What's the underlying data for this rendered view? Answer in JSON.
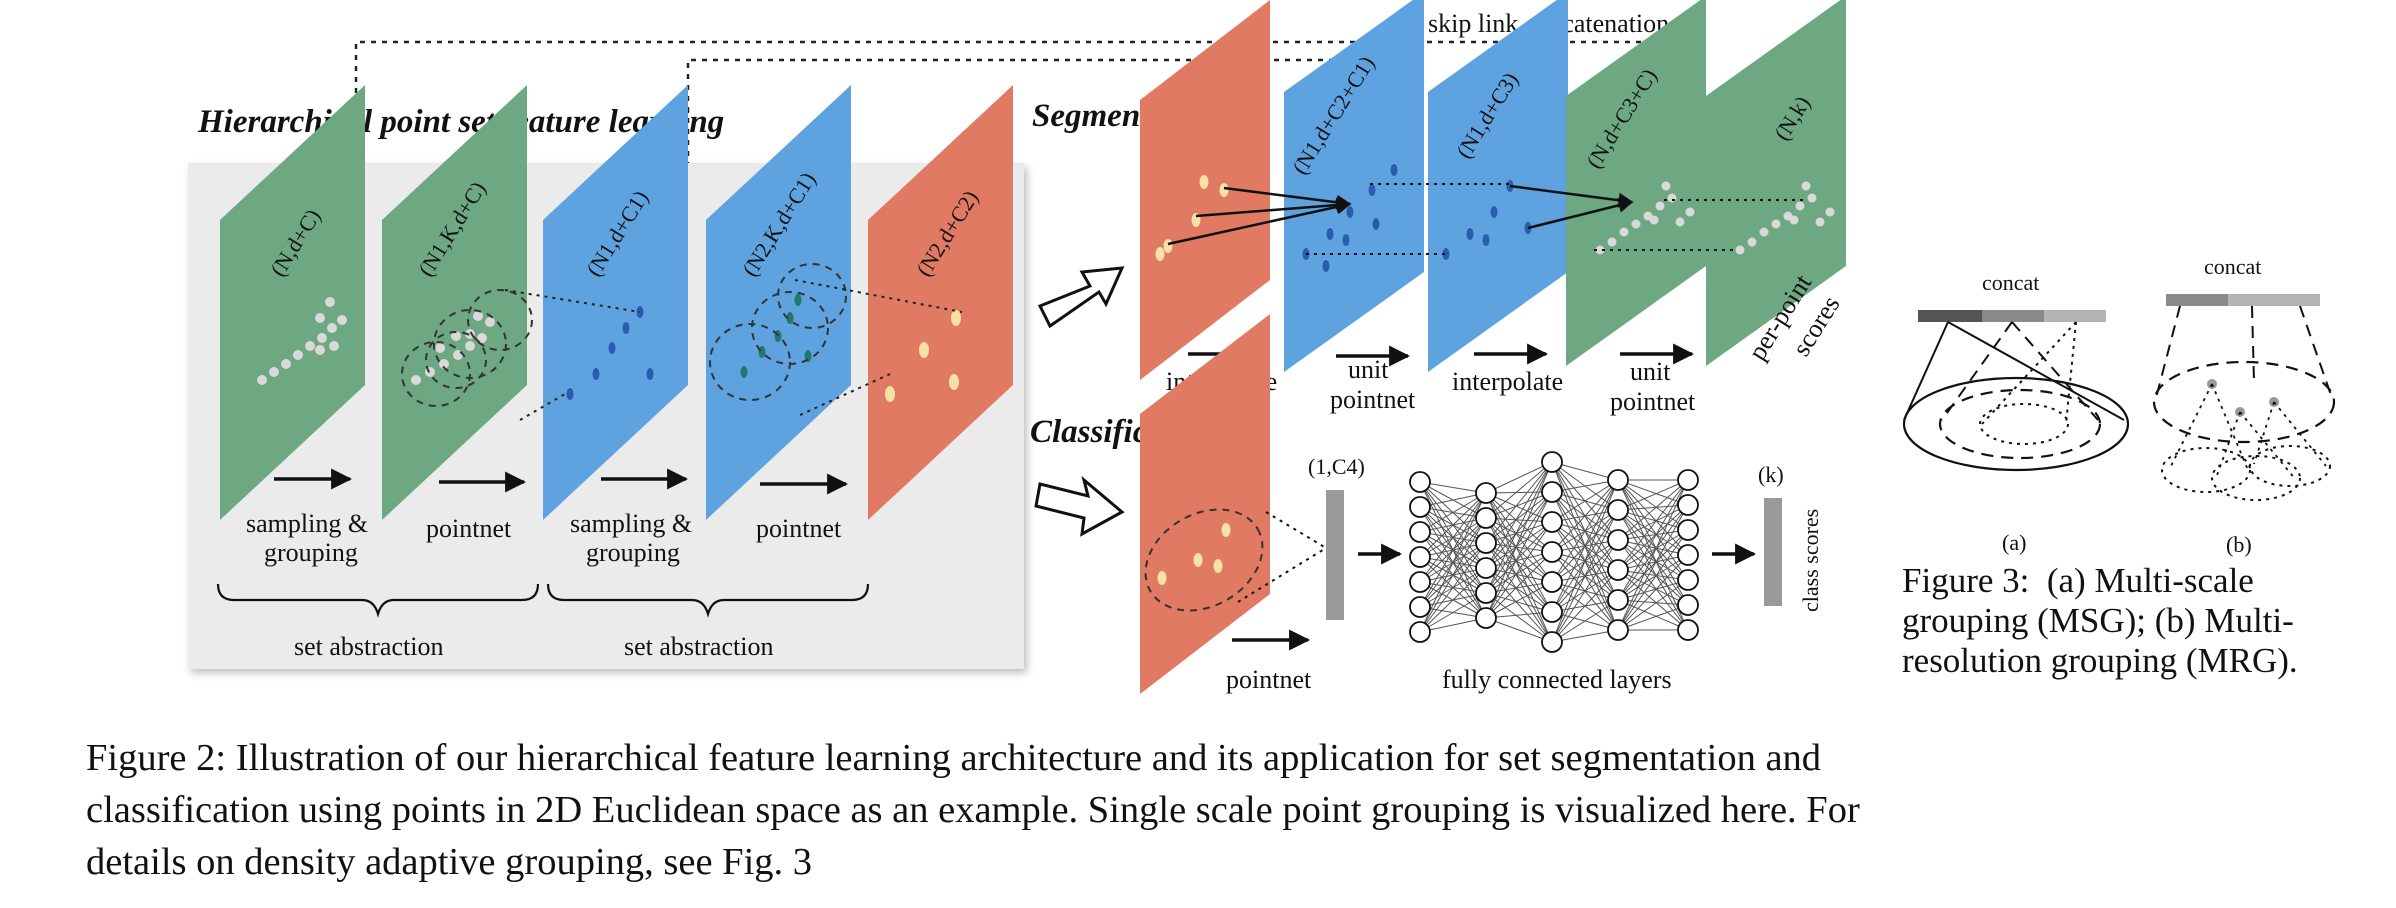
{
  "figure2": {
    "skip_link": "skip link concatenation",
    "hierarchy_title": "Hierarchical point set feature learning",
    "plane_labels": [
      "(N,d+C)",
      "(N1,K,d+C)",
      "(N1,d+C1)",
      "(N2,K,d+C1)",
      "(N2,d+C2)"
    ],
    "step_labels": {
      "sg1_a": "sampling &",
      "sg1_b": "grouping",
      "pn1": "pointnet",
      "sg2_a": "sampling &",
      "sg2_b": "grouping",
      "pn2": "pointnet"
    },
    "set_abstraction": [
      "set abstraction",
      "set abstraction"
    ],
    "segmentation": {
      "title": "Segmentation",
      "plane_labels": [
        "(N1,d+C2+C1)",
        "(N1,d+C3)",
        "(N,d+C3+C)",
        "(N,k)"
      ],
      "interpolate": "interpolate",
      "unit_a": "unit",
      "unit_b": "pointnet",
      "per_point_a": "per-point",
      "per_point_b": "scores"
    },
    "classification": {
      "title": "Classification",
      "vec1": "(1,C4)",
      "vec2": "(k)",
      "pointnet": "pointnet",
      "fc": "fully connected layers",
      "class_scores": "class scores"
    },
    "caption": "Figure 2: Illustration of our hierarchical feature learning architecture and its application for set segmentation and classification using points in 2D Euclidean space as an example. Single scale point grouping is visualized here. For details on density adaptive grouping, see Fig. 3"
  },
  "figure3": {
    "concat_a": "concat",
    "concat_b": "concat",
    "label_a": "(a)",
    "label_b": "(b)",
    "caption_lines": [
      "Figure 3:  (a) Multi-scale",
      "grouping (MSG); (b) Multi-",
      "resolution grouping (MRG)."
    ]
  },
  "colors": {
    "green": "#6da882",
    "blue": "#5fa2e0",
    "red": "#e07a63",
    "panel": "#ebebeb"
  }
}
